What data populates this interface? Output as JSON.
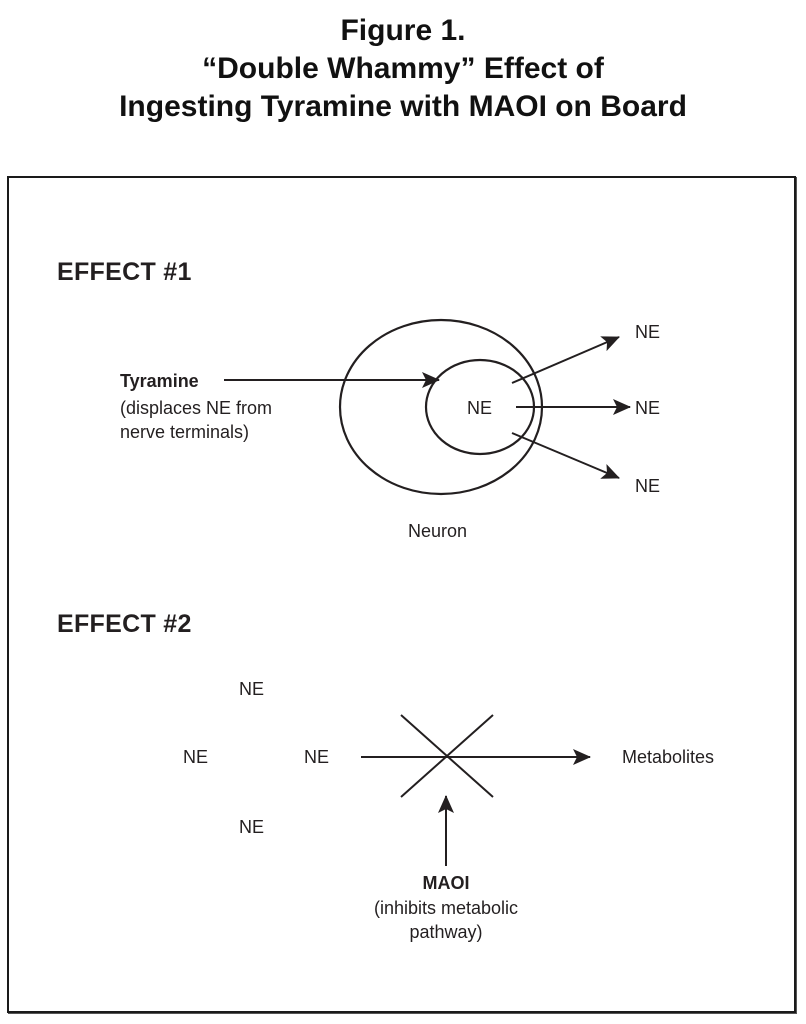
{
  "figure": {
    "title_line1": "Figure 1.",
    "title_line2": "“Double Whammy” Effect of",
    "title_line3": "Ingesting Tyramine with MAOI on Board"
  },
  "effect1": {
    "heading": "EFFECT #1",
    "tyramine_label": "Tyramine",
    "tyramine_desc_line1": "(displaces NE from",
    "tyramine_desc_line2": "nerve terminals)",
    "inner_label": "NE",
    "neuron_label": "Neuron",
    "outputs": [
      "NE",
      "NE",
      "NE"
    ]
  },
  "effect2": {
    "heading": "EFFECT #2",
    "ne_labels": [
      "NE",
      "NE",
      "NE",
      "NE"
    ],
    "metabolites_label": "Metabolites",
    "maoi_label": "MAOI",
    "maoi_desc_line1": "(inhibits metabolic",
    "maoi_desc_line2": "pathway)"
  },
  "colors": {
    "ink": "#231f20",
    "background": "#ffffff"
  }
}
